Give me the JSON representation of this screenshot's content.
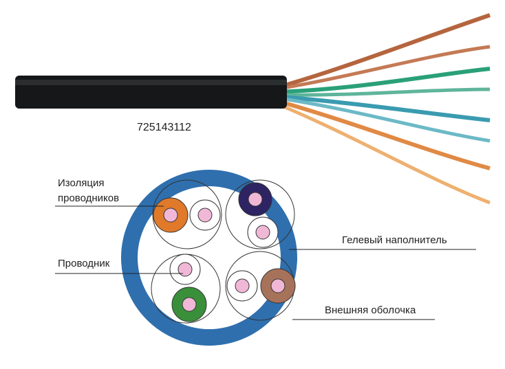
{
  "product_code": "725143112",
  "labels": {
    "insulation_line1": "Изоляция",
    "insulation_line2": "проводников",
    "conductor": "Проводник",
    "gel_filler": "Гелевый наполнитель",
    "outer_jacket": "Внешняя оболочка"
  },
  "colors": {
    "jacket": "#2f6fae",
    "pair_orange": "#e07a2a",
    "pair_blue": "#2e2463",
    "pair_green": "#3a8f3a",
    "pair_brown": "#a7725a",
    "core": "#f0b8d6",
    "cable": "#151718"
  }
}
